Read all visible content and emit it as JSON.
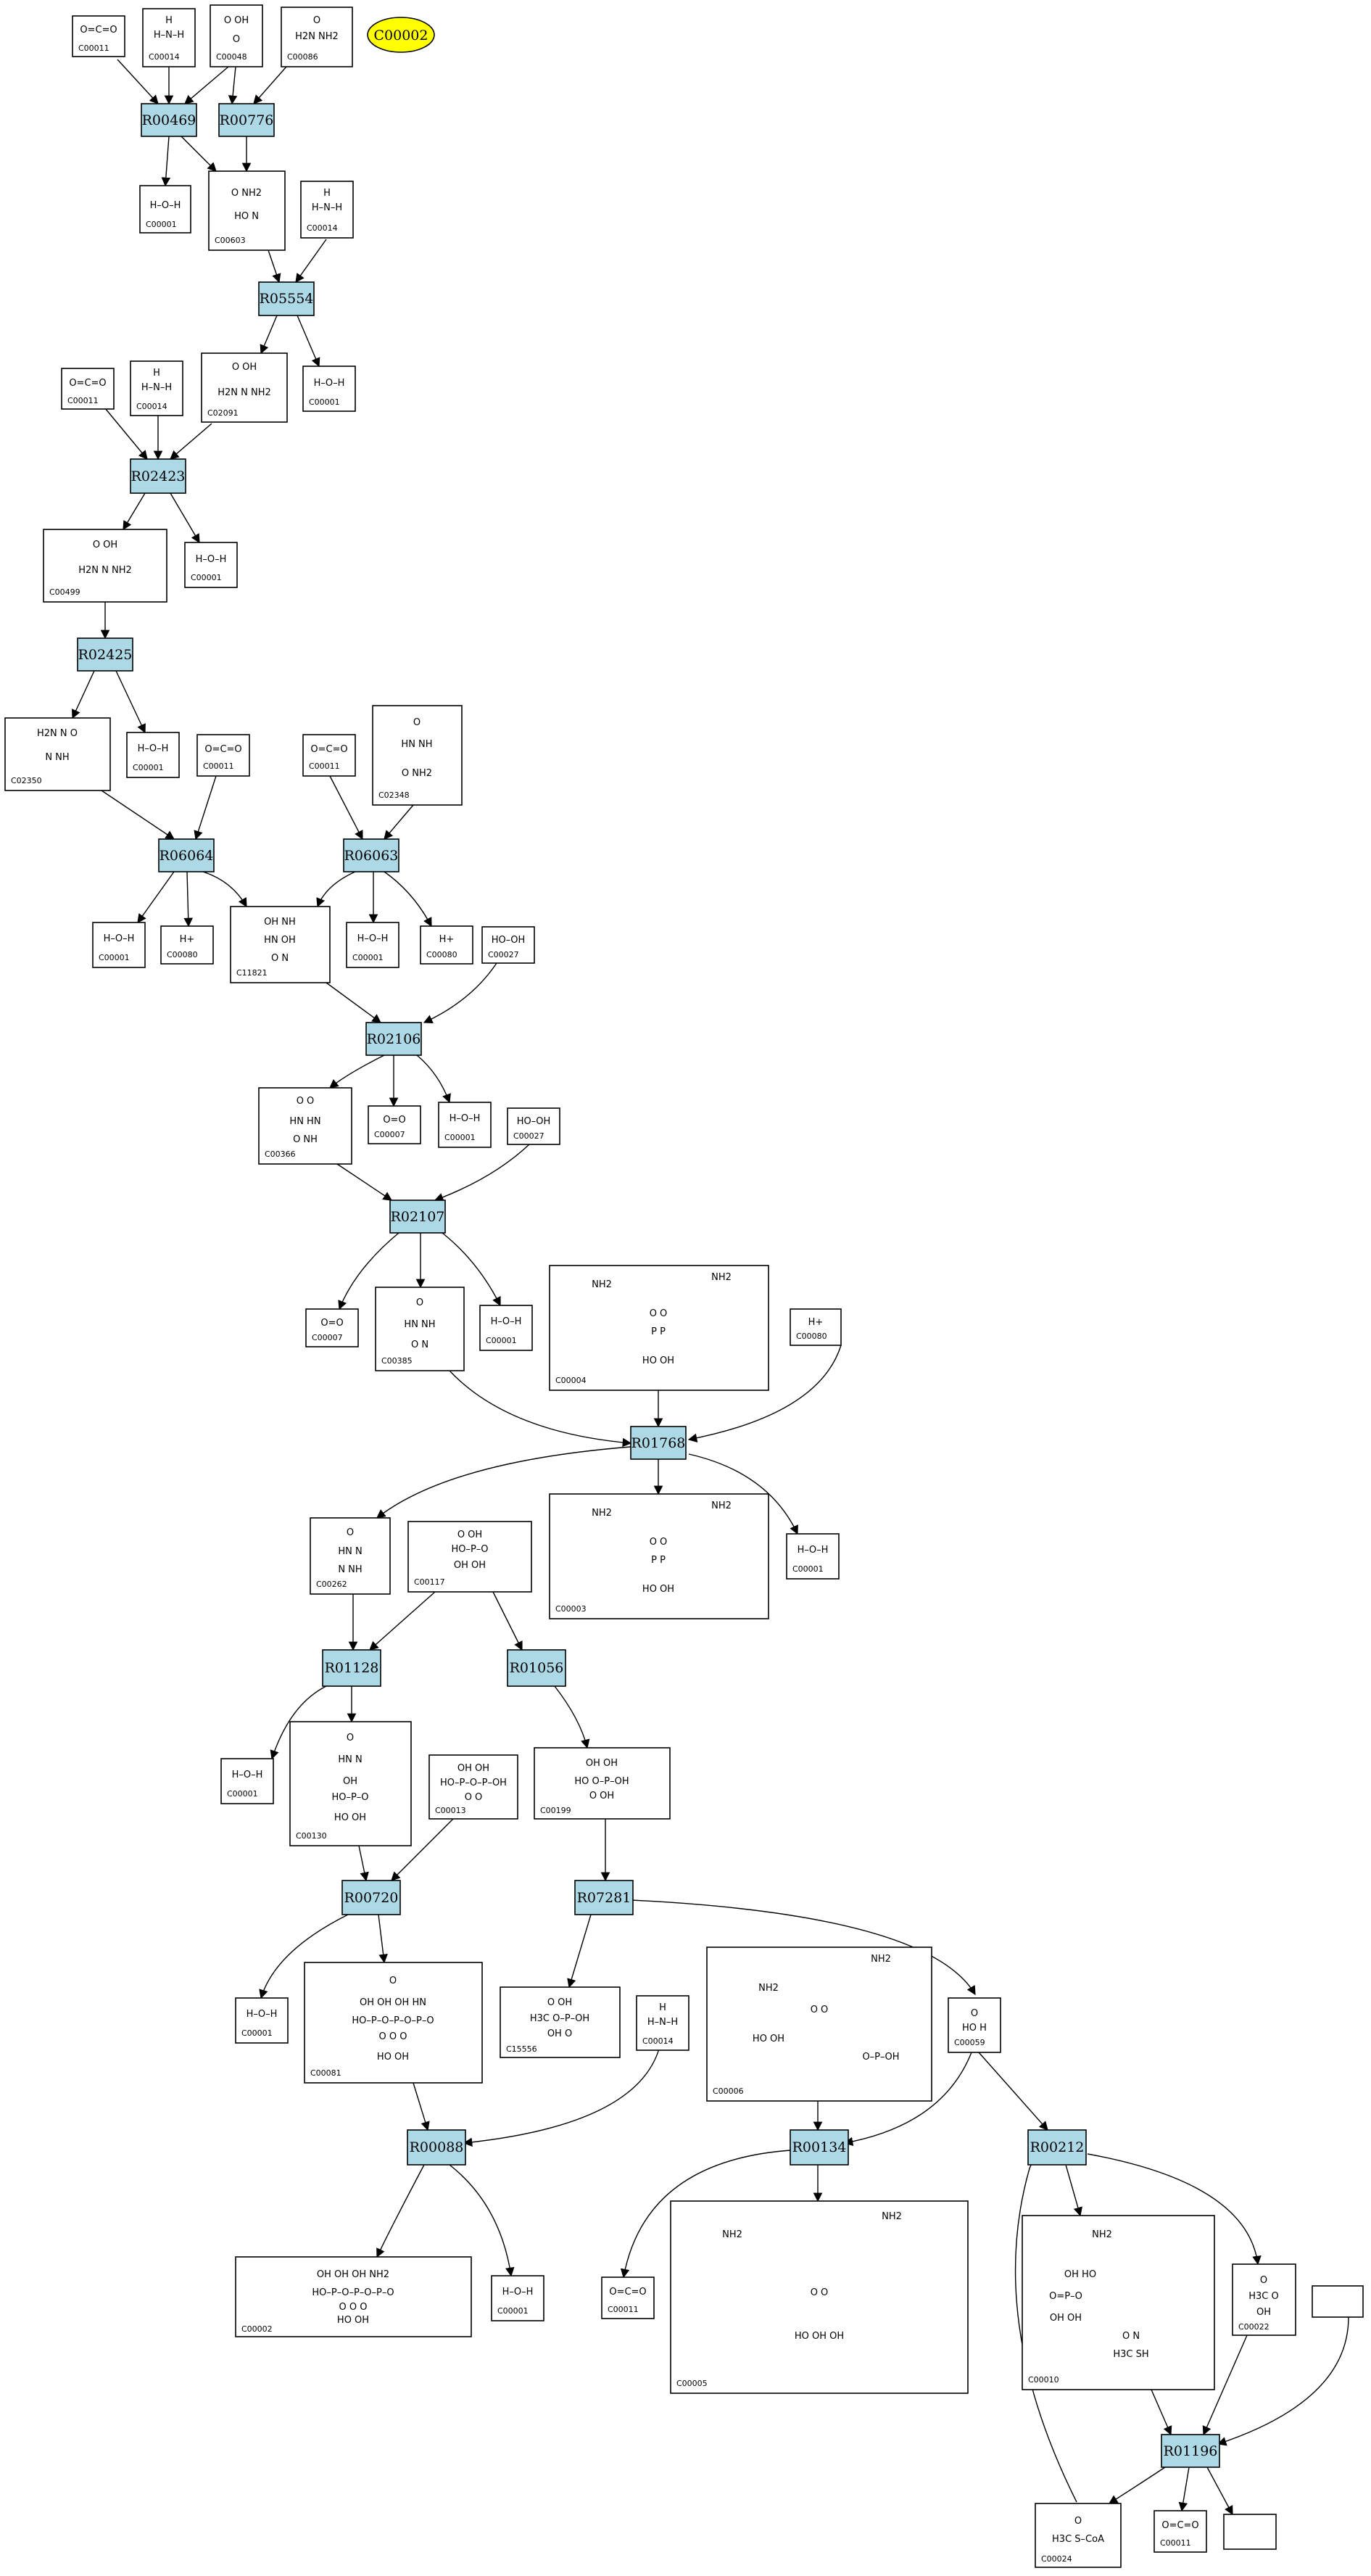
{
  "start_node": "C00002",
  "reactions": [
    "R00469",
    "R00776",
    "R05554",
    "R02423",
    "R02425",
    "R06064",
    "R06063",
    "R02106",
    "R02107",
    "R01768",
    "R01128",
    "R01056",
    "R00720",
    "R07281",
    "R00088",
    "R00134",
    "R00212",
    "R01196"
  ],
  "compounds": {
    "C00011": {
      "id": "C00011",
      "mol": [
        "O=C=O"
      ]
    },
    "C00014": {
      "id": "C00014",
      "mol": [
        "H",
        "H–N–H"
      ]
    },
    "C00048": {
      "id": "C00048",
      "mol": [
        "O  OH",
        "O"
      ]
    },
    "C00086": {
      "id": "C00086",
      "mol": [
        "O",
        "H2N  NH2"
      ]
    },
    "C00001": {
      "id": "C00001",
      "mol": [
        "H–O–H"
      ]
    },
    "C00603": {
      "id": "C00603",
      "mol": [
        "O  NH2",
        "HO  N"
      ]
    },
    "C02091": {
      "id": "C02091",
      "mol": [
        "O  OH",
        "H2N  N  NH2"
      ]
    },
    "C00499": {
      "id": "C00499",
      "mol": [
        "O  OH",
        "H2N  N  NH2"
      ]
    },
    "C02350": {
      "id": "C02350",
      "mol": [
        "H2N  N  O",
        "N  NH"
      ]
    },
    "C02348": {
      "id": "C02348",
      "mol": [
        "O",
        "HN  NH",
        "O  NH2"
      ]
    },
    "C00080": {
      "id": "C00080",
      "mol": [
        "H+"
      ]
    },
    "C11821": {
      "id": "C11821",
      "mol": [
        "OH  NH",
        "HN  OH",
        "O  N"
      ]
    },
    "C00027": {
      "id": "C00027",
      "mol": [
        "HO–OH"
      ]
    },
    "C00366": {
      "id": "C00366",
      "mol": [
        "O  O",
        "HN  HN",
        "O  NH"
      ]
    },
    "C00007": {
      "id": "C00007",
      "mol": [
        "O=O"
      ]
    },
    "C00385": {
      "id": "C00385",
      "mol": [
        "O",
        "HN  NH",
        "O  N"
      ]
    },
    "C00004": {
      "id": "C00004",
      "mol": [
        "NH2",
        "NH2",
        "O  O",
        "P  P",
        "HO  OH"
      ]
    },
    "C00003": {
      "id": "C00003",
      "mol": [
        "NH2",
        "NH2",
        "O  O",
        "P  P",
        "HO  OH"
      ]
    },
    "C00262": {
      "id": "C00262",
      "mol": [
        "O",
        "HN  N",
        "N  NH"
      ]
    },
    "C00117": {
      "id": "C00117",
      "mol": [
        "O  OH",
        "HO–P–O",
        "OH  OH"
      ]
    },
    "C00130": {
      "id": "C00130",
      "mol": [
        "O",
        "HN  N",
        "OH",
        "HO–P–O",
        "HO  OH"
      ]
    },
    "C00199": {
      "id": "C00199",
      "mol": [
        "OH  OH",
        "HO  O–P–OH",
        "O  OH"
      ]
    },
    "C00013": {
      "id": "C00013",
      "mol": [
        "OH  OH",
        "HO–P–O–P–OH",
        "O  O"
      ]
    },
    "C00081": {
      "id": "C00081",
      "mol": [
        "O",
        "OH OH OH  HN",
        "HO–P–O–P–O–P–O",
        "O O O",
        "HO  OH"
      ]
    },
    "C15556": {
      "id": "C15556",
      "mol": [
        "O  OH",
        "H3C  O–P–OH",
        "OH  O"
      ]
    },
    "C00006": {
      "id": "C00006",
      "mol": [
        "NH2",
        "NH2",
        "O  O",
        "HO  OH",
        "O–P–OH"
      ]
    },
    "C00059": {
      "id": "C00059",
      "mol": [
        "O",
        "HO  H"
      ]
    },
    "C00002": {
      "id": "C00002",
      "mol": [
        "OH OH OH  NH2",
        "HO–P–O–P–O–P–O",
        "O O O",
        "HO  OH"
      ]
    },
    "C00005": {
      "id": "C00005",
      "mol": [
        "NH2",
        "NH2",
        "O  O",
        "HO  OH  OH"
      ]
    },
    "C00010": {
      "id": "C00010",
      "mol": [
        "NH2",
        "OH  HO",
        "O=P–O",
        "OH  OH",
        "O  N",
        "H3C  SH"
      ]
    },
    "C00022": {
      "id": "C00022",
      "mol": [
        "O",
        "H3C  O",
        "OH"
      ]
    },
    "C00024": {
      "id": "C00024",
      "mol": [
        "O",
        "H3C  S–CoA"
      ]
    }
  },
  "colors": {
    "reaction_fill": "#add8e6",
    "start_fill": "#ffff00",
    "compound_fill": "#ffffff",
    "line": "#000000"
  }
}
